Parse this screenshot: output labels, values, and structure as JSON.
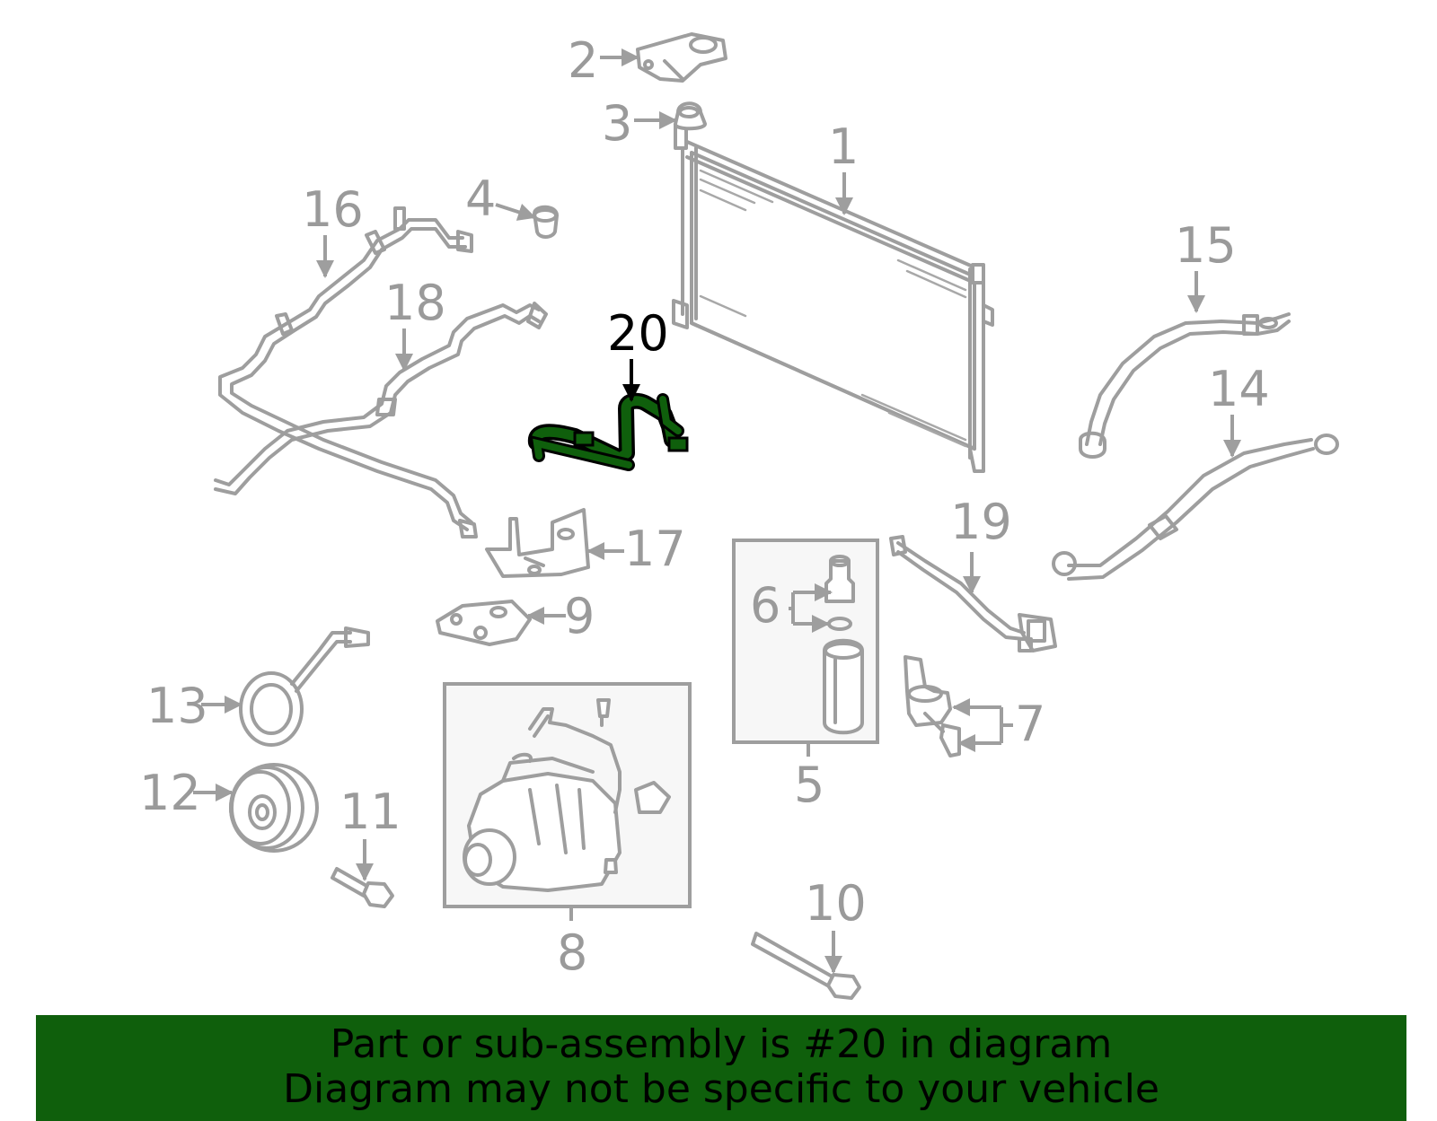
{
  "diagram": {
    "highlight_color": "#0f5f0c",
    "part_color": "#9e9e9e",
    "callouts": {
      "c1": "1",
      "c2": "2",
      "c3": "3",
      "c4": "4",
      "c5": "5",
      "c6": "6",
      "c7": "7",
      "c8": "8",
      "c9": "9",
      "c10": "10",
      "c11": "11",
      "c12": "12",
      "c13": "13",
      "c14": "14",
      "c15": "15",
      "c16": "16",
      "c17": "17",
      "c18": "18",
      "c19": "19",
      "c20": "20"
    }
  },
  "banner": {
    "line1": "Part or sub-assembly is #20 in diagram",
    "line2": "Diagram may not be specific to your vehicle",
    "background": "#0f5f0c"
  }
}
